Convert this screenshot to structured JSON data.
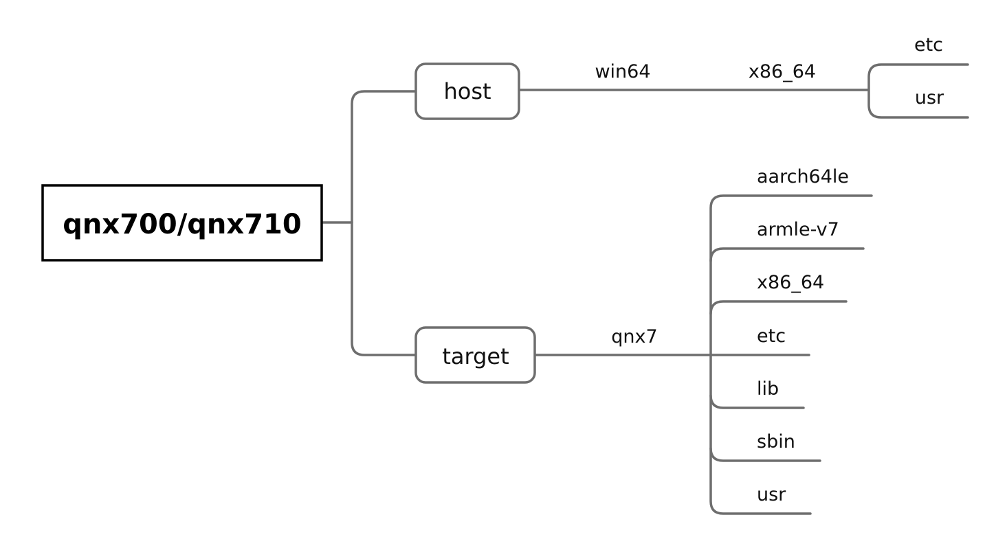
{
  "root": {
    "label": "qnx700/qnx710"
  },
  "host": {
    "label": "host",
    "path": [
      "win64",
      "x86_64"
    ],
    "children": [
      "etc",
      "usr"
    ]
  },
  "target": {
    "label": "target",
    "path": [
      "qnx7"
    ],
    "children": [
      "aarch64le",
      "armle-v7",
      "x86_64",
      "etc",
      "lib",
      "sbin",
      "usr"
    ]
  },
  "colors": {
    "connector": "#6e6e6e",
    "root_border": "#000000",
    "text": "#111111"
  }
}
